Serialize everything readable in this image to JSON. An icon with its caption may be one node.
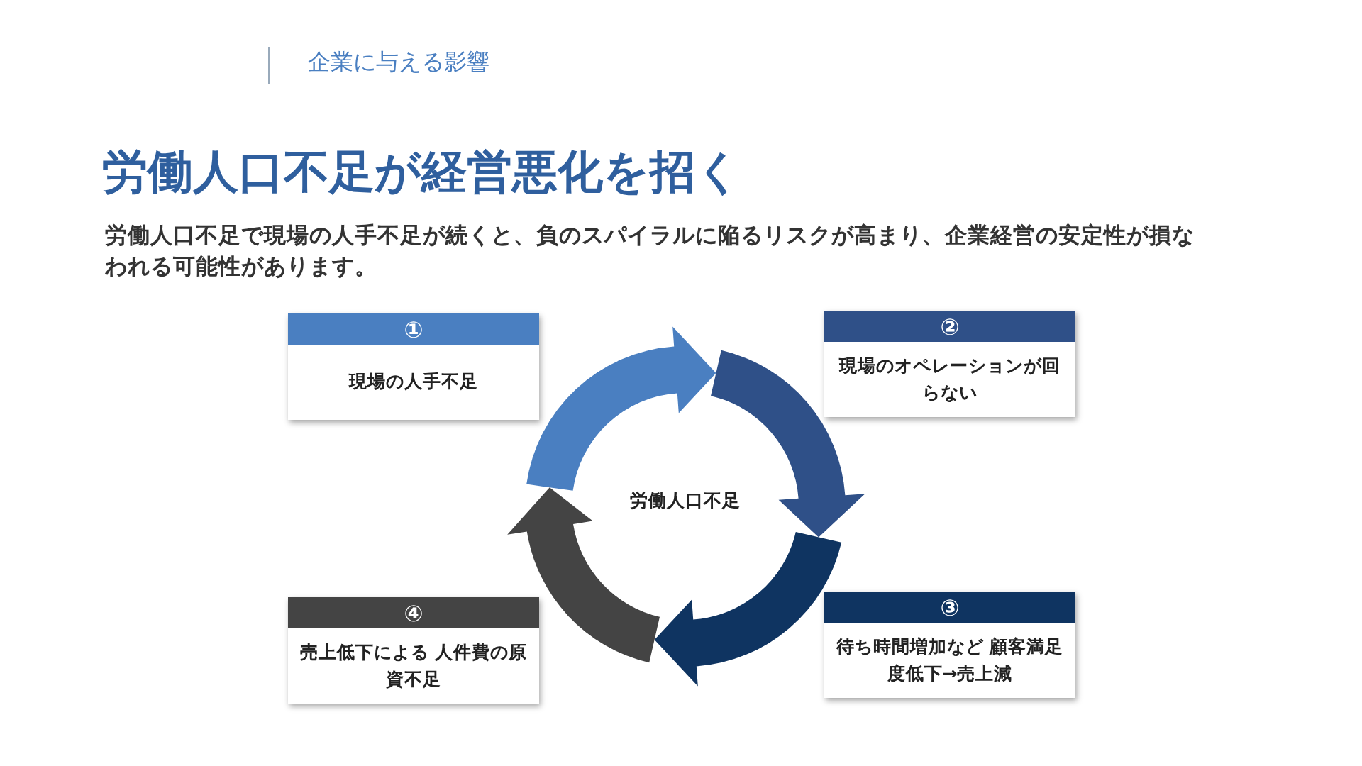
{
  "diagram": {
    "title": "労働人口不足が経営悪化を招く",
    "nodes": [
      {
        "text": [
          "①",
          "現場の人手不足"
        ]
      },
      {
        "text": [
          "②",
          "現場のオペレーションが回らない"
        ]
      },
      {
        "text": [
          "③",
          "待ち時間増加など 顧客満足度低下→売上減"
        ]
      },
      {
        "text": [
          "④",
          "売上低下による 人件費の原資不足"
        ]
      },
      {
        "text": [
          "労働人口不足"
        ]
      }
    ],
    "labels": [
      "企業に与える影響",
      "労働人口不足で現場の人手不足が続くと、負のスパイラルに陥るリスクが高まり、企業経営の安定性が損なわれる可能性があります。"
    ]
  }
}
